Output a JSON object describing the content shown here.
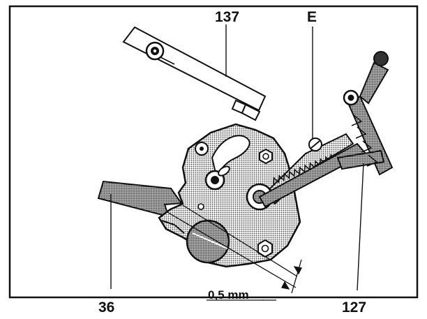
{
  "labels": {
    "part_137": "137",
    "part_e": "E",
    "part_36": "36",
    "part_127": "127",
    "gap": "0,5 mm"
  },
  "colors": {
    "ink": "#111111",
    "stipple": "#9a9a9a",
    "paper": "#ffffff"
  }
}
